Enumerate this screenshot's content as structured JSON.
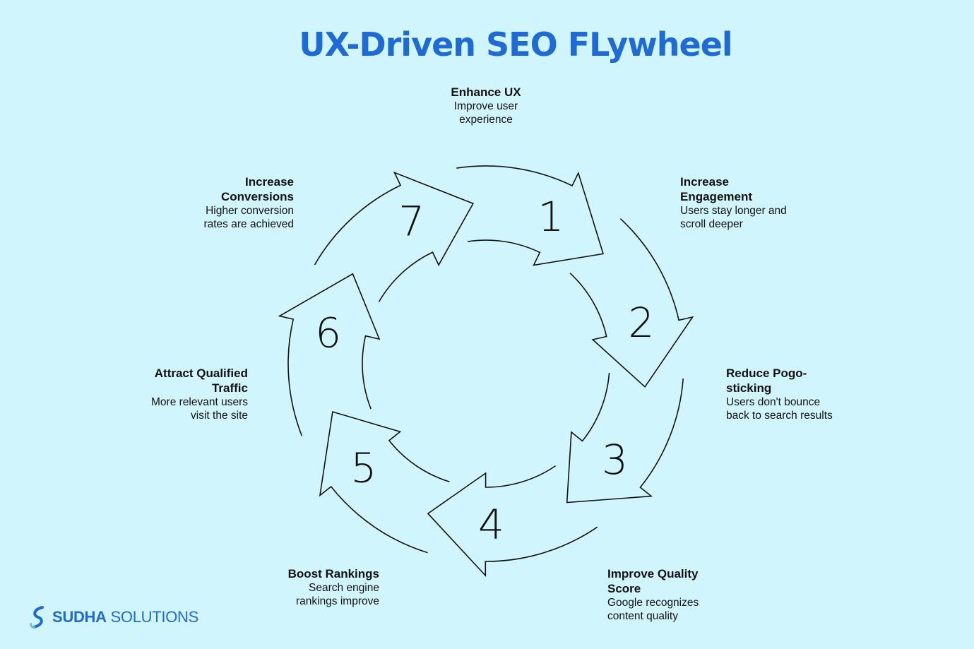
{
  "title": "UX-Driven SEO FLywheel",
  "colors": {
    "background": "#d1f5fc",
    "title": "#1e6ad6",
    "stroke": "#111111",
    "logo": "#1e6ad6"
  },
  "steps": [
    {
      "number": "1",
      "heading": "Enhance UX",
      "description": "Improve user experience"
    },
    {
      "number": "2",
      "heading": "Increase Engagement",
      "description": "Users stay longer and scroll deeper"
    },
    {
      "number": "3",
      "heading": "Reduce Pogo-sticking",
      "description": "Users don't bounce back to search results"
    },
    {
      "number": "4",
      "heading": "Improve Quality Score",
      "description": "Google recognizes content quality"
    },
    {
      "number": "5",
      "heading": "Boost Rankings",
      "description": "Search engine rankings improve"
    },
    {
      "number": "6",
      "heading": "Attract Qualified Traffic",
      "description": "More relevant users visit the site"
    },
    {
      "number": "7",
      "heading": "Increase Conversions",
      "description": "Higher conversion rates are achieved"
    }
  ],
  "logo": {
    "brand": "SUDHA",
    "suffix": "SOLUTIONS",
    "icon": "swirl-icon"
  }
}
